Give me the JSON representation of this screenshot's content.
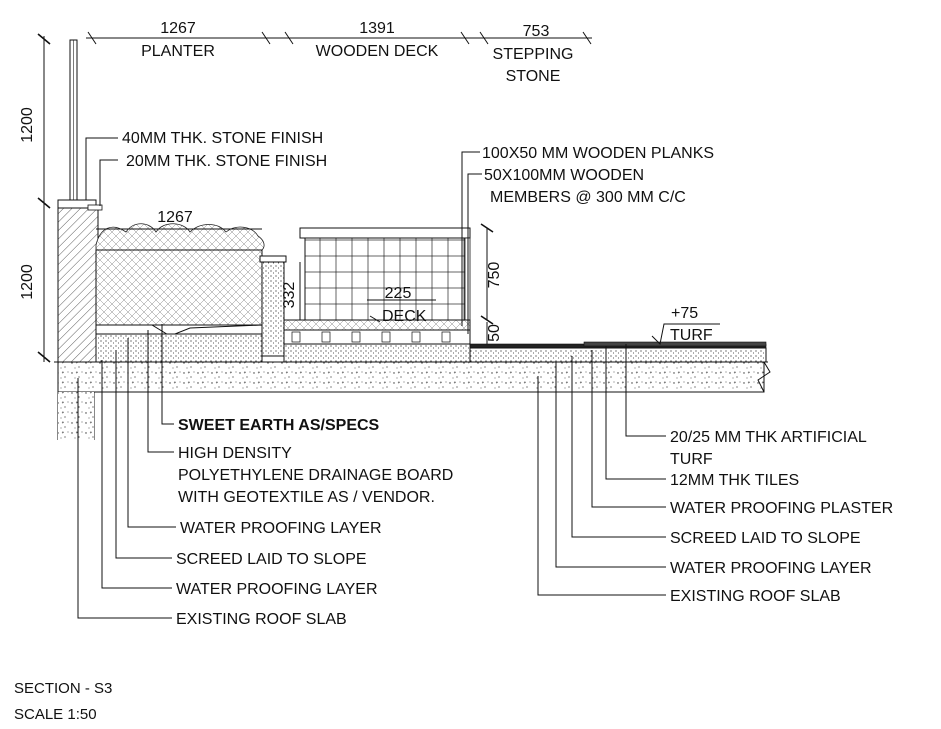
{
  "dimensions_top": {
    "planter_len": "1267",
    "planter_label": "PLANTER",
    "deck_len": "1391",
    "deck_label": "WOODEN DECK",
    "stone_len": "753",
    "stone_label_1": "STEPPING",
    "stone_label_2": "STONE"
  },
  "dimensions_left": {
    "upper": "1200",
    "lower": "1200"
  },
  "section_dims": {
    "planter_inner": "1267",
    "planter_height": "332",
    "deck_height": "750",
    "deck_base": "50",
    "deck_step": "225",
    "deck_label": "DECK",
    "turf_level": "+75",
    "turf_label": "TURF"
  },
  "top_notes": {
    "stone_40": "40MM THK. STONE FINISH",
    "stone_20": "20MM THK. STONE FINISH",
    "planks": "100X50 MM WOODEN PLANKS",
    "members_1": "50X100MM WOODEN",
    "members_2": "MEMBERS @ 300 MM C/C"
  },
  "left_notes": {
    "sweet_earth": "SWEET EARTH AS/SPECS",
    "hdpe_1": "HIGH DENSITY",
    "hdpe_2": "POLYETHYLENE DRAINAGE BOARD",
    "hdpe_3": "WITH GEOTEXTILE AS / VENDOR.",
    "wp_layer_1": "WATER PROOFING LAYER",
    "screed": "SCREED LAID TO SLOPE",
    "wp_layer_2": "WATER PROOFING LAYER",
    "slab": "EXISTING ROOF SLAB"
  },
  "right_notes": {
    "turf_1": "20/25 MM THK ARTIFICIAL",
    "turf_2": "TURF",
    "tiles": "12MM THK TILES",
    "wp_plaster": "WATER PROOFING PLASTER",
    "screed": "SCREED LAID TO SLOPE",
    "wp_layer": "WATER PROOFING LAYER",
    "slab": "EXISTING ROOF SLAB"
  },
  "footer": {
    "section": "SECTION - S3",
    "scale": "SCALE 1:50"
  }
}
